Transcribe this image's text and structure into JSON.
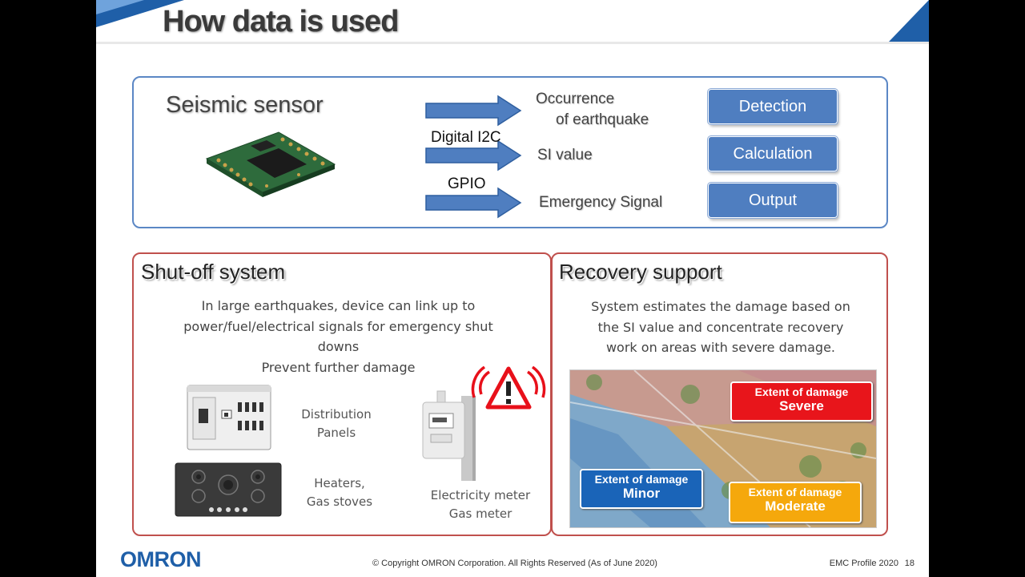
{
  "slide": {
    "title": "How data is used",
    "sensor": {
      "title": "Seismic sensor",
      "interface_labels": [
        "Digital I2C",
        "GPIO"
      ],
      "outputs": [
        {
          "line1": "Occurrence",
          "line2": "of earthquake",
          "button": "Detection"
        },
        {
          "line1": "SI value",
          "line2": "",
          "button": "Calculation"
        },
        {
          "line1": "Emergency Signal",
          "line2": "",
          "button": "Output"
        }
      ]
    },
    "shutoff": {
      "title": "Shut-off system",
      "text_lines": [
        "In large earthquakes, device can link up to",
        "power/fuel/electrical signals for emergency shut",
        "downs",
        "Prevent further damage"
      ],
      "items": [
        {
          "line1": "Distribution",
          "line2": "Panels"
        },
        {
          "line1": "Heaters,",
          "line2": "Gas stoves"
        },
        {
          "line1": "Electricity meter",
          "line2": "Gas meter"
        }
      ]
    },
    "recovery": {
      "title": "Recovery support",
      "text_lines": [
        "System estimates the damage based on",
        "the SI value and concentrate recovery",
        "work on areas with severe damage."
      ],
      "labels": [
        {
          "top": "Extent of damage",
          "level": "Severe",
          "color": "#e8151b"
        },
        {
          "top": "Extent of damage",
          "level": "Minor",
          "color": "#1a64b8"
        },
        {
          "top": "Extent of damage",
          "level": "Moderate",
          "color": "#f5a80c"
        }
      ]
    },
    "footer": {
      "logo": "OMRON",
      "copyright": "© Copyright OMRON Corporation. All Rights Reserved (As of  June 2020)",
      "doc": "EMC Profile 2020",
      "page": "18"
    }
  },
  "colors": {
    "accent": "#1f5fa8",
    "button": "#4f7ec0",
    "frame_blue": "#5b87c5",
    "frame_red": "#c0504d"
  },
  "icons": [
    "seismic-sensor-board-icon",
    "arrow-right-icon",
    "distribution-panel-icon",
    "gas-stove-icon",
    "gas-meter-icon",
    "warning-alarm-icon",
    "damage-map-image"
  ]
}
